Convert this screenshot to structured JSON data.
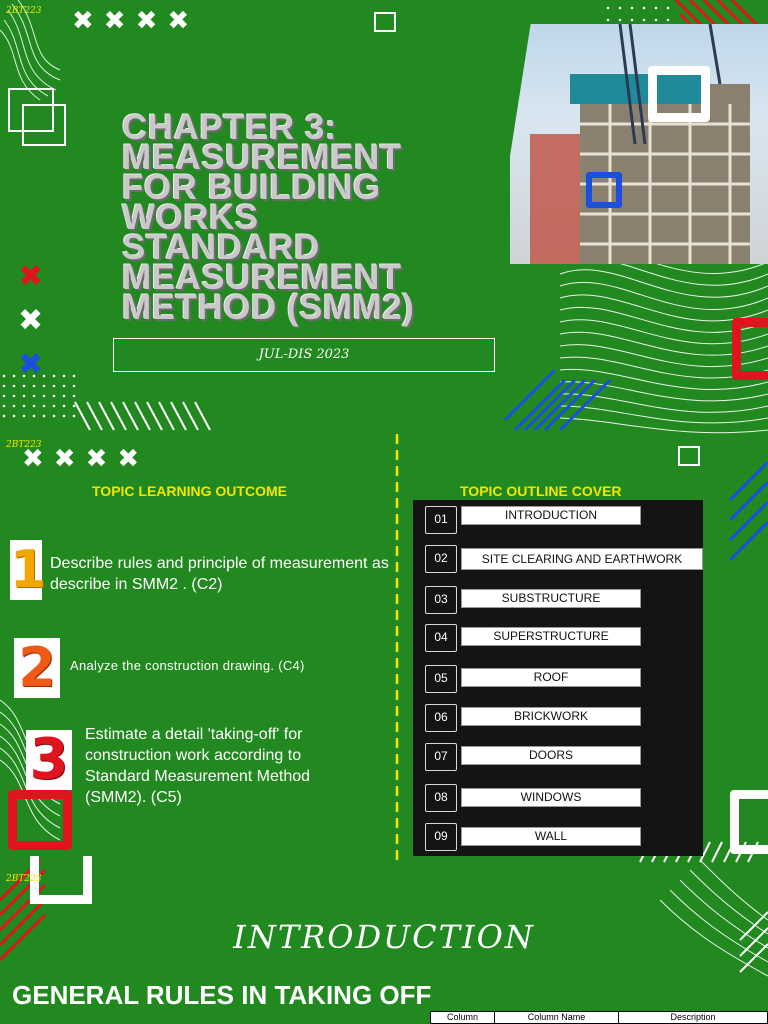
{
  "header": {
    "corner_tag": "2BT223",
    "title_lines": [
      "CHAPTER 3:",
      "MEASUREMENT",
      "FOR BUILDING",
      "WORKS",
      "STANDARD",
      "MEASUREMENT",
      "METHOD (SMM2)"
    ],
    "session": "JUL-DIS 2023"
  },
  "learning_outcome": {
    "heading": "TOPIC LEARNING OUTCOME",
    "tag": "2BT223",
    "items": [
      {
        "number": "1",
        "text": "Describe rules and principle of measurement as describe in SMM2 . (C2)"
      },
      {
        "number": "2",
        "text": "Analyze the construction drawing. (C4)"
      },
      {
        "number": "3",
        "text": "Estimate a detail 'taking-off' for construction work according to Standard Measurement Method (SMM2). (C5)"
      }
    ]
  },
  "topic_outline": {
    "heading": "TOPIC OUTLINE COVER",
    "items": [
      {
        "number": "01",
        "label": "INTRODUCTION"
      },
      {
        "number": "02",
        "label": "SITE CLEARING AND EARTHWORK"
      },
      {
        "number": "03",
        "label": "SUBSTRUCTURE"
      },
      {
        "number": "04",
        "label": "SUPERSTRUCTURE"
      },
      {
        "number": "05",
        "label": "ROOF"
      },
      {
        "number": "06",
        "label": "BRICKWORK"
      },
      {
        "number": "07",
        "label": "DOORS"
      },
      {
        "number": "08",
        "label": "WINDOWS"
      },
      {
        "number": "09",
        "label": "WALL"
      }
    ]
  },
  "footer": {
    "tag": "2BT223",
    "intro_title": "INTRODUCTION",
    "general_rules": "GENERAL RULES IN TAKING OFF",
    "table_headers": [
      "Column",
      "Column Name",
      "Description"
    ]
  },
  "colors": {
    "background": "#21891f",
    "title_grey": "#c9c9c9",
    "accent_yellow": "#f2e600",
    "accent_red": "#e0141e",
    "accent_blue": "#1a4fe0",
    "outline_panel": "#141414"
  },
  "icons": [
    "x-mark-icon",
    "square-outline-icon",
    "construction-photo"
  ]
}
